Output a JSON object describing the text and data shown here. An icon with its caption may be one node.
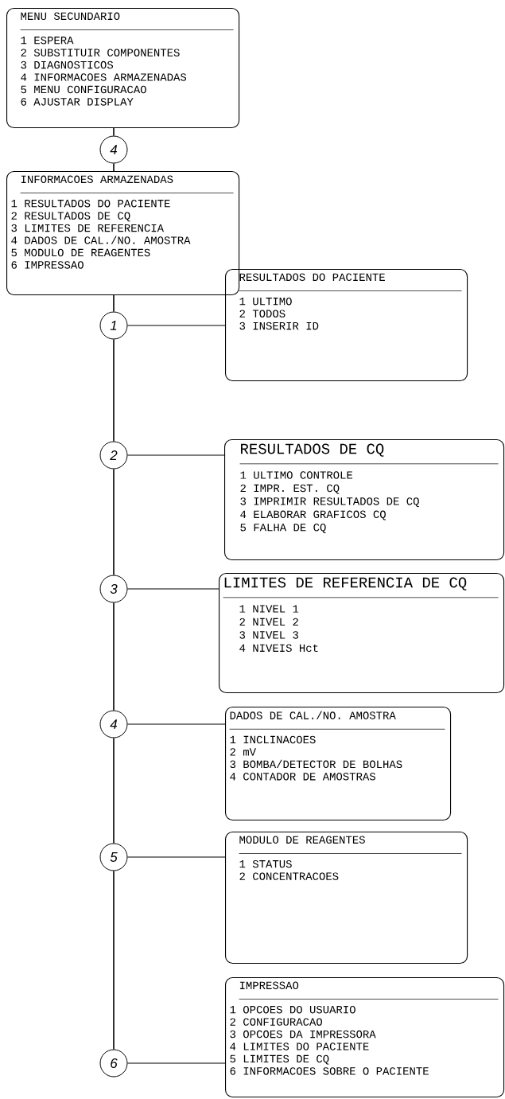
{
  "diagram": {
    "nodes": [
      {
        "text": [
          "MENU SECUNDARIO",
          "1 ESPERA",
          "2 SUBSTITUIR COMPONENTES",
          "3 DIAGNOSTICOS",
          "4 INFORMACOES ARMAZENADAS",
          "5 MENU CONFIGURACAO",
          "6 AJUSTAR DISPLAY"
        ]
      },
      {
        "text": [
          "4"
        ]
      },
      {
        "text": [
          "INFORMACOES ARMAZENADAS",
          "1 RESULTADOS DO PACIENTE",
          "2 RESULTADOS DE CQ",
          "3 LIMITES DE REFERENCIA",
          "4 DADOS DE CAL./NO. AMOSTRA",
          "5 MODULO DE REAGENTES",
          "6 IMPRESSAO"
        ]
      },
      {
        "text": [
          "1"
        ]
      },
      {
        "text": [
          "RESULTADOS DO PACIENTE",
          "1 ULTIMO",
          "2 TODOS",
          "3 INSERIR ID"
        ]
      },
      {
        "text": [
          "2"
        ]
      },
      {
        "text": [
          "RESULTADOS DE CQ",
          "1 ULTIMO CONTROLE",
          "2 IMPR. EST. CQ",
          "3 IMPRIMIR RESULTADOS DE CQ",
          "4 ELABORAR GRAFICOS CQ",
          "5 FALHA DE CQ"
        ]
      },
      {
        "text": [
          "3"
        ]
      },
      {
        "text": [
          "LIMITES DE REFERENCIA DE CQ",
          "1 NIVEL 1",
          "2 NIVEL 2",
          "3 NIVEL 3",
          "4 NIVEIS Hct"
        ]
      },
      {
        "text": [
          "4"
        ]
      },
      {
        "text": [
          "DADOS DE CAL./NO. AMOSTRA",
          "1 INCLINACOES",
          "2 mV",
          "3 BOMBA/DETECTOR DE BOLHAS",
          "4 CONTADOR DE AMOSTRAS"
        ]
      },
      {
        "text": [
          "5"
        ]
      },
      {
        "text": [
          "MODULO DE REAGENTES",
          "1 STATUS",
          "2 CONCENTRACOES"
        ]
      },
      {
        "text": [
          "6"
        ]
      },
      {
        "text": [
          "IMPRESSAO",
          "1 OPCOES DO USUARIO",
          "2 CONFIGURACAO",
          "3 OPCOES DA IMPRESSORA",
          "4 LIMITES DO PACIENTE",
          "5 LIMITES DE CQ",
          "6 INFORMACOES SOBRE O PACIENTE"
        ]
      }
    ],
    "edges": [
      {
        "from": 0,
        "to": 1,
        "arrow": "none"
      },
      {
        "from": 1,
        "to": 2,
        "arrow": "none"
      },
      {
        "from": 2,
        "to": 3,
        "arrow": "none"
      },
      {
        "from": 3,
        "to": 5,
        "arrow": "none"
      },
      {
        "from": 5,
        "to": 7,
        "arrow": "none"
      },
      {
        "from": 7,
        "to": 9,
        "arrow": "none"
      },
      {
        "from": 9,
        "to": 11,
        "arrow": "none"
      },
      {
        "from": 11,
        "to": 13,
        "arrow": "none"
      },
      {
        "from": 3,
        "to": 4,
        "arrow": "none"
      },
      {
        "from": 5,
        "to": 6,
        "arrow": "none"
      },
      {
        "from": 7,
        "to": 8,
        "arrow": "none"
      },
      {
        "from": 9,
        "to": 10,
        "arrow": "none"
      },
      {
        "from": 11,
        "to": 12,
        "arrow": "none"
      },
      {
        "from": 13,
        "to": 14,
        "arrow": "none"
      }
    ]
  }
}
